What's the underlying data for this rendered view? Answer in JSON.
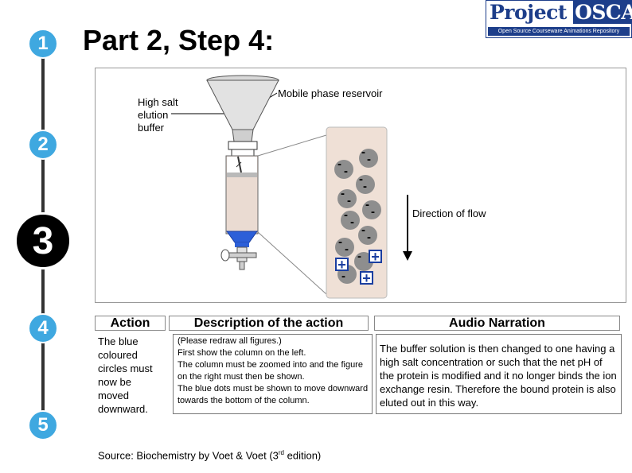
{
  "title": "Part 2, Step 4:",
  "logo": {
    "word1": "Project",
    "word2": "OSCAR",
    "tagline": "Open Source Courseware Animations Repository"
  },
  "steps": [
    "1",
    "2",
    "3",
    "4",
    "5"
  ],
  "figure": {
    "label_high_salt": "High salt elution buffer",
    "label_reservoir": "Mobile phase reservoir",
    "label_direction": "Direction of flow",
    "minus": "-",
    "plus": "+"
  },
  "table": {
    "headers": {
      "action": "Action",
      "description": "Description of the action",
      "audio": "Audio Narration"
    },
    "action_text": "The blue coloured circles must now be moved downward.",
    "description_lines": [
      "(Please redraw all figures.)",
      "First show the column on the left.",
      "The column must be zoomed into and the figure on the right must then be shown.",
      "The blue dots must be shown to move downward towards the bottom of the column."
    ],
    "audio_text": "The buffer solution is then changed to one having a high salt concentration or such that the net pH of the protein is modified and it no longer binds the ion exchange resin. Therefore the bound protein is also eluted out in this way."
  },
  "source": {
    "prefix": "Source: Biochemistry by Voet & Voet (3",
    "sup": "rd",
    "suffix": " edition)"
  },
  "colors": {
    "step_blue": "#3fa8e0",
    "logo_blue": "#1d3e8a",
    "bead_gray": "#8e8e8e",
    "column_fill": "#efe0d6",
    "blue_protein": "#2c5fd8"
  }
}
